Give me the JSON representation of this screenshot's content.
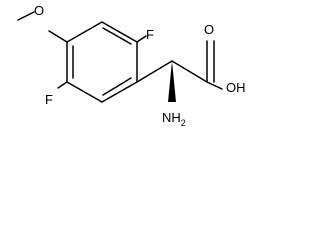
{
  "molecule": {
    "atoms": {
      "methoxy_o": "O",
      "fluorine_top": "F",
      "fluorine_bottom": "F",
      "carbonyl_o": "O",
      "hydroxyl": "OH",
      "amine": "NH",
      "amine_subscript": "2"
    },
    "stereo_bond": "wedge-bold",
    "colors": {
      "bond": "#000000",
      "label": "#000000",
      "background": "#ffffff"
    }
  }
}
